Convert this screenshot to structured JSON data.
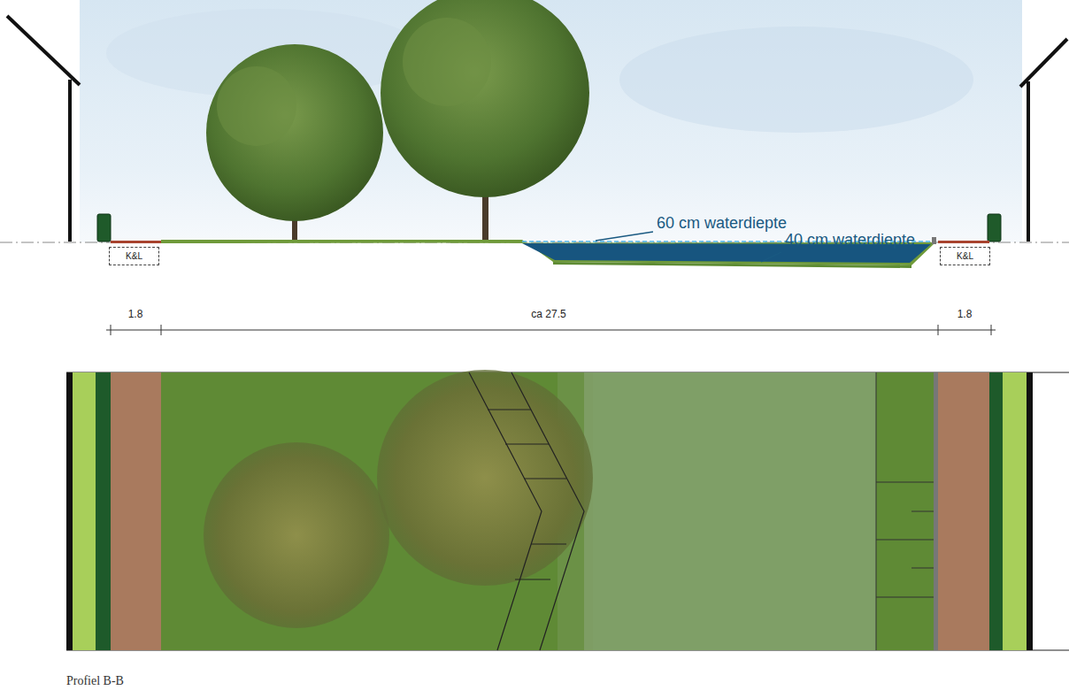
{
  "diagram": {
    "caption": "Profiel B-B",
    "nodes": [
      {
        "text": [
          "K&L"
        ]
      },
      {
        "text": [
          "K&L"
        ]
      }
    ],
    "labels": [
      "60 cm waterdiepte",
      "40 cm waterdiepte",
      "1.8",
      "ca 27.5",
      "1.8"
    ]
  }
}
